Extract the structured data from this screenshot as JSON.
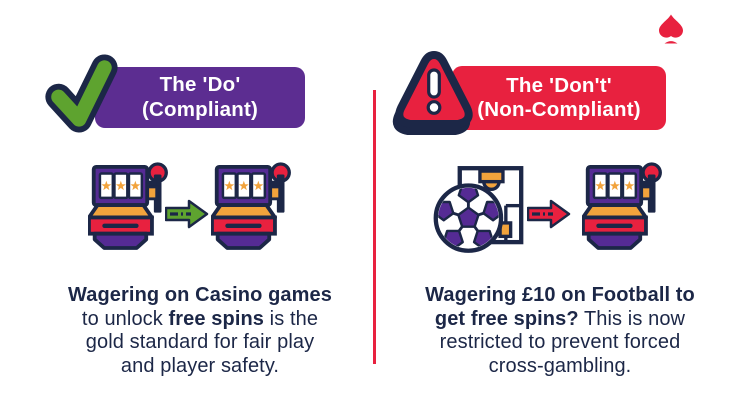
{
  "colors": {
    "navy_outline_text": "#1c2747",
    "banner_purple": "#5c2d91",
    "machine_purple": "#552b94",
    "brand_red": "#e8213f",
    "check_green": "#5ea32f",
    "accent_orange": "#f2a33c",
    "background": "#ffffff"
  },
  "brand": {
    "corner_icon": "spade-icon"
  },
  "divider": {
    "color": "#e8213f"
  },
  "left_panel": {
    "banner": {
      "line1": "The 'Do'",
      "line2": "(Compliant)"
    },
    "icons": {
      "badge": "checkmark-icon",
      "from": "slot-machine-icon",
      "arrow": "green-arrow-right-icon",
      "to": "slot-machine-icon"
    },
    "body_lines": [
      [
        {
          "t": "Wagering on Casino games",
          "b": true
        }
      ],
      [
        {
          "t": "to unlock ",
          "b": false
        },
        {
          "t": "free spins",
          "b": true
        },
        {
          "t": " is the",
          "b": false
        }
      ],
      [
        {
          "t": "gold standard for fair play",
          "b": false
        }
      ],
      [
        {
          "t": "and player safety.",
          "b": false
        }
      ]
    ]
  },
  "right_panel": {
    "banner": {
      "line1": "The 'Don't'",
      "line2": "(Non-Compliant)"
    },
    "icons": {
      "badge": "warning-triangle-icon",
      "from": "football-icon",
      "arrow": "red-arrow-right-icon",
      "to": "slot-machine-icon"
    },
    "body_lines": [
      [
        {
          "t": "Wagering £10 on Football to",
          "b": true
        }
      ],
      [
        {
          "t": "get free spins?",
          "b": true
        },
        {
          "t": " This is now",
          "b": false
        }
      ],
      [
        {
          "t": "restricted to prevent forced",
          "b": false
        }
      ],
      [
        {
          "t": "cross-gambling.",
          "b": false
        }
      ]
    ]
  }
}
